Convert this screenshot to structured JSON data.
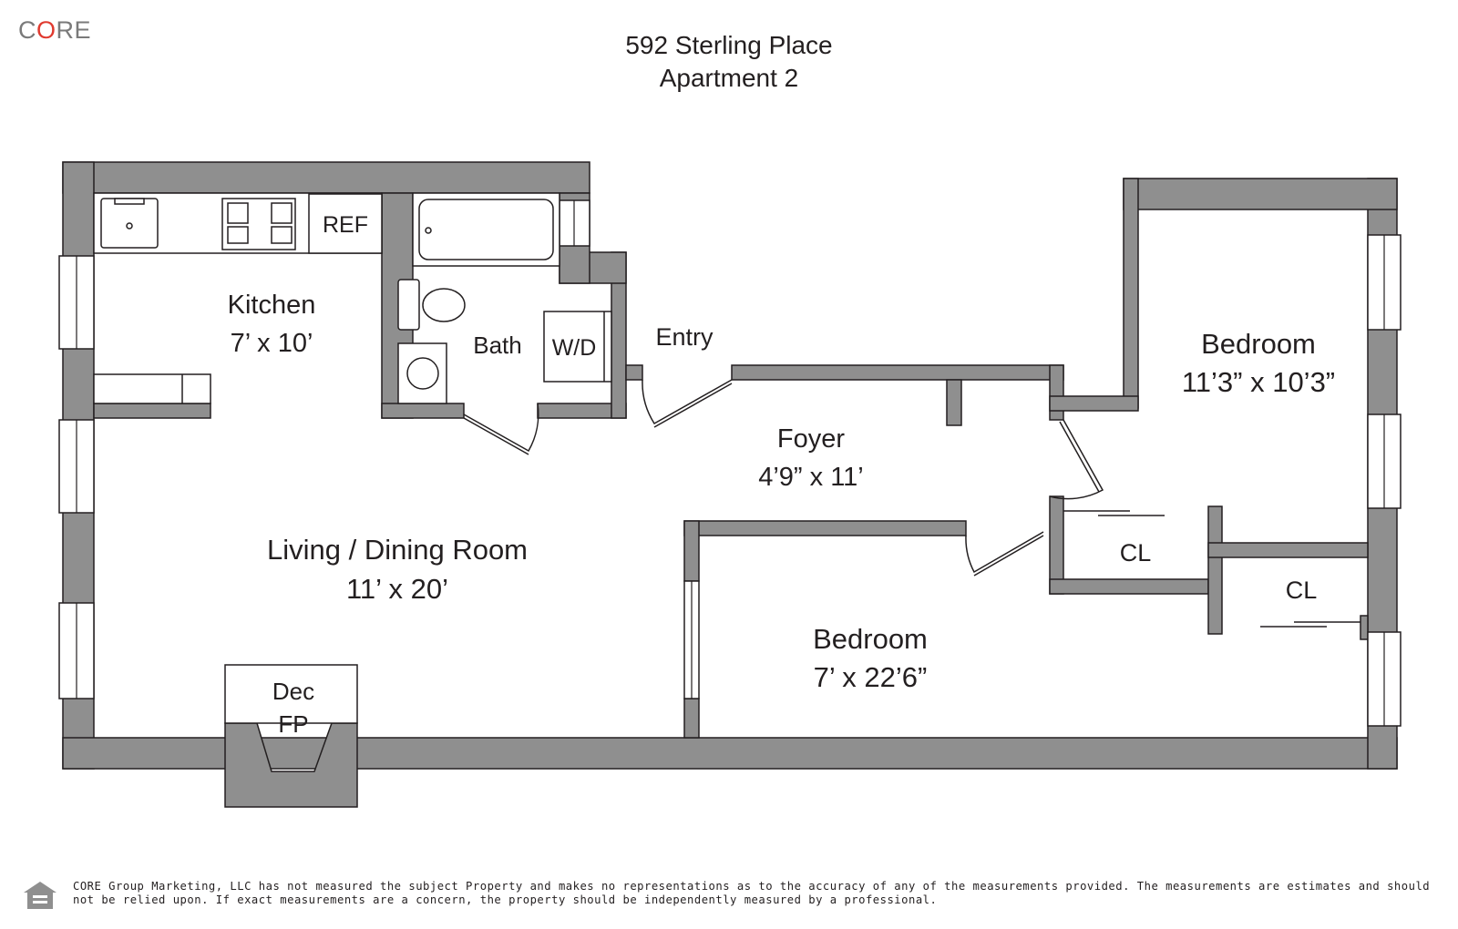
{
  "brand": {
    "logo_text_1": "C",
    "logo_text_2": "O",
    "logo_text_3": "RE"
  },
  "header": {
    "address": "592 Sterling Place",
    "unit": "Apartment 2"
  },
  "rooms": {
    "kitchen": {
      "name": "Kitchen",
      "size": "7’ x 10’"
    },
    "bath": {
      "name": "Bath"
    },
    "washer_dryer": {
      "name": "W/D"
    },
    "refrigerator": {
      "name": "REF"
    },
    "entry": {
      "name": "Entry"
    },
    "foyer": {
      "name": "Foyer",
      "size": "4’9” x 11’"
    },
    "living": {
      "name": "Living / Dining Room",
      "size": "11’ x 20’"
    },
    "fireplace": {
      "line1": "Dec",
      "line2": "FP"
    },
    "bedroom_small": {
      "name": "Bedroom",
      "size": "7’ x 22’6”"
    },
    "bedroom_large": {
      "name": "Bedroom",
      "size": "11’3” x 10’3”"
    },
    "closet_1": {
      "name": "CL"
    },
    "closet_2": {
      "name": "CL"
    }
  },
  "disclaimer": "CORE Group Marketing, LLC has not measured the subject Property and makes no representations as to the accuracy of any of the measurements provided. The measurements are estimates and should not be relied upon. If exact measurements are a concern, the property should be independently measured by a professional.",
  "colors": {
    "wall": "#8f8f8f",
    "line": "#231f20",
    "accent": "#e03a2f",
    "logo": "#7a7a7a"
  },
  "icons": {
    "equal_housing": "equal-housing-opportunity-icon"
  }
}
